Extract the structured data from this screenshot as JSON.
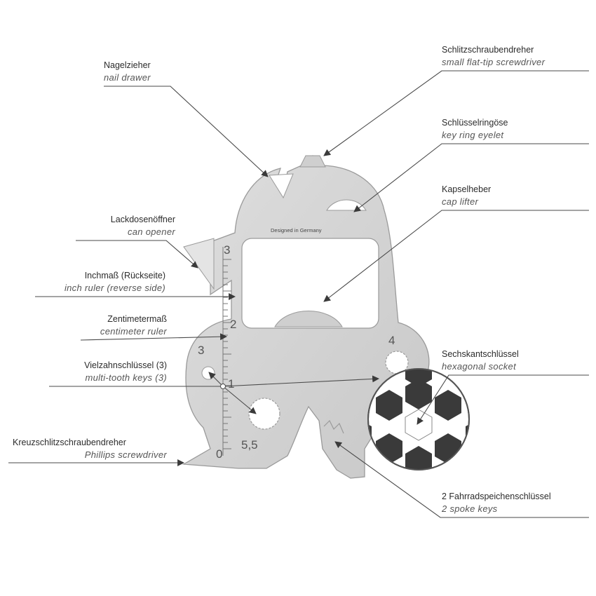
{
  "labels": {
    "nagelzieher": {
      "de": "Nagelzieher",
      "en": "nail drawer"
    },
    "schlitz": {
      "de": "Schlitzschraubendreher",
      "en": "small flat-tip screwdriver"
    },
    "ringoese": {
      "de": "Schlüsselringöse",
      "en": "key ring eyelet"
    },
    "kapsel": {
      "de": "Kapselheber",
      "en": "cap lifter"
    },
    "lackdose": {
      "de": "Lackdosenöffner",
      "en": "can opener"
    },
    "inch": {
      "de": "Inchmaß (Rückseite)",
      "en": "inch ruler (reverse side)"
    },
    "cm": {
      "de": "Zentimetermaß",
      "en": "centimeter ruler"
    },
    "vielzahn": {
      "de": "Vielzahnschlüssel (3)",
      "en": "multi-tooth keys (3)"
    },
    "sechskant": {
      "de": "Sechskantschlüssel",
      "en": "hexagonal socket"
    },
    "kreuz": {
      "de": "Kreuzschlitzschraubendreher",
      "en": "Phillips screwdriver"
    },
    "speichen": {
      "de": "2 Fahrradspeichenschlüssel",
      "en": "2 spoke keys"
    }
  },
  "tool": {
    "brand_text": "Designed in Germany",
    "ruler_numbers": [
      "3",
      "2",
      "1",
      "0"
    ],
    "socket_sizes": [
      "3",
      "4",
      "5,5"
    ]
  },
  "colors": {
    "line": "#4a4a4a",
    "steel": "#d4d4d4",
    "steel_edge": "#9a9a9a",
    "ball_dark": "#3a3a3a"
  }
}
